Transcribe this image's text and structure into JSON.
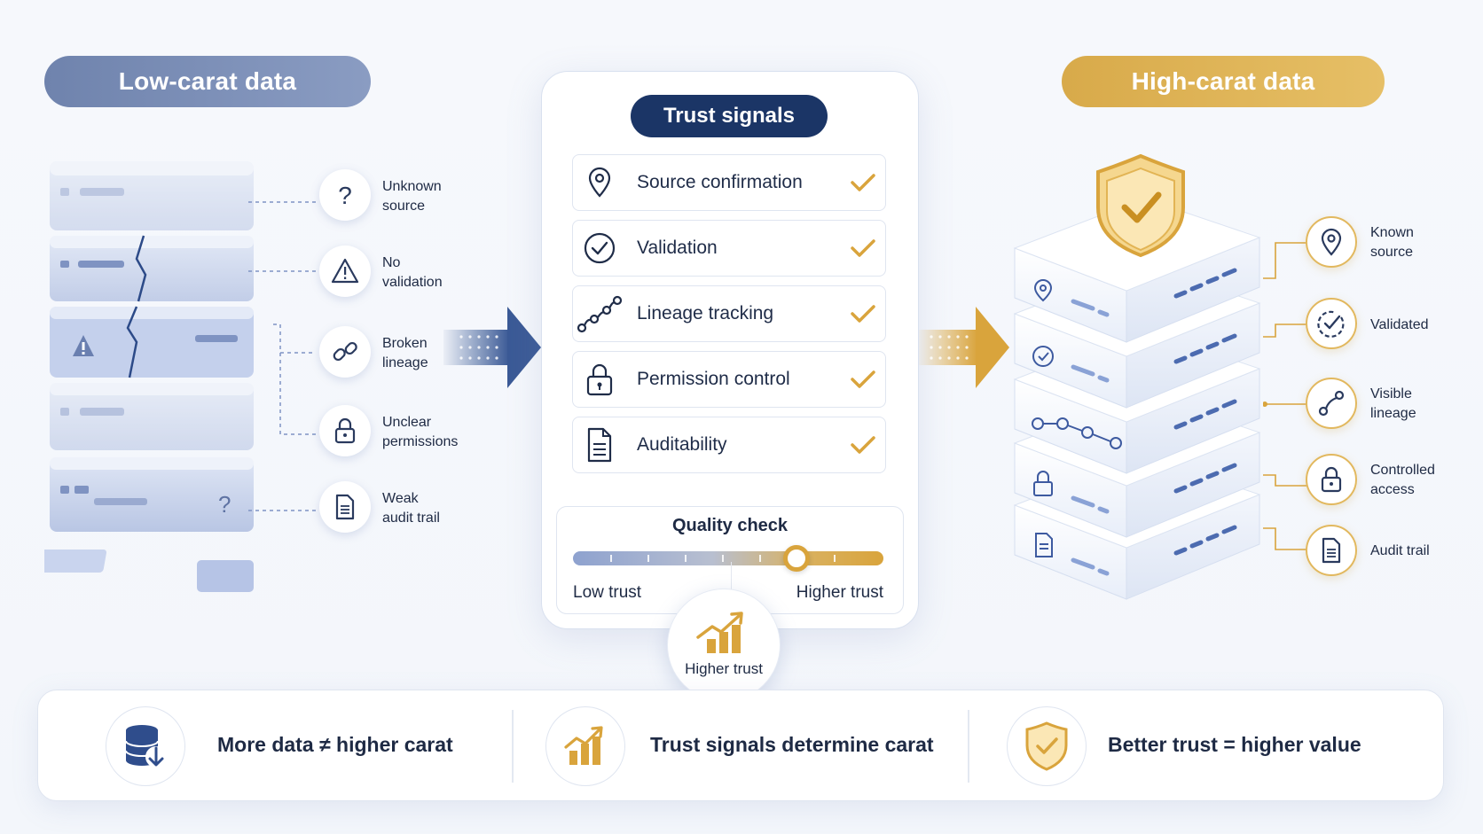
{
  "low": {
    "title": "Low-carat data",
    "issues": [
      {
        "icon": "question-icon",
        "label_line1": "Unknown",
        "label_line2": "source"
      },
      {
        "icon": "warning-icon",
        "label_line1": "No",
        "label_line2": "validation"
      },
      {
        "icon": "broken-link-icon",
        "label_line1": "Broken",
        "label_line2": "lineage"
      },
      {
        "icon": "lock-icon",
        "label_line1": "Unclear",
        "label_line2": "permissions"
      },
      {
        "icon": "document-icon",
        "label_line1": "Weak",
        "label_line2": "audit trail"
      }
    ]
  },
  "trust": {
    "title": "Trust signals",
    "signals": [
      {
        "icon": "location-pin-icon",
        "label": "Source confirmation"
      },
      {
        "icon": "check-circle-icon",
        "label": "Validation"
      },
      {
        "icon": "lineage-icon",
        "label": "Lineage tracking"
      },
      {
        "icon": "lock-icon",
        "label": "Permission control"
      },
      {
        "icon": "document-icon",
        "label": "Auditability"
      }
    ],
    "quality": {
      "title": "Quality check",
      "low_label": "Low trust",
      "high_label": "Higher trust",
      "level": 0.72
    },
    "badge_label": "Higher trust"
  },
  "high": {
    "title": "High-carat data",
    "features": [
      {
        "icon": "location-pin-icon",
        "label_line1": "Known",
        "label_line2": "source"
      },
      {
        "icon": "check-circle-icon",
        "label_line1": "Validated",
        "label_line2": ""
      },
      {
        "icon": "lineage-icon",
        "label_line1": "Visible",
        "label_line2": "lineage"
      },
      {
        "icon": "lock-icon",
        "label_line1": "Controlled",
        "label_line2": "access"
      },
      {
        "icon": "document-icon",
        "label_line1": "Audit trail",
        "label_line2": ""
      }
    ]
  },
  "bottom": {
    "items": [
      {
        "icon": "database-download-icon",
        "text": "More data ≠ higher carat"
      },
      {
        "icon": "growth-chart-icon",
        "text": "Trust signals determine carat"
      },
      {
        "icon": "shield-check-icon",
        "text": "Better trust = higher value"
      }
    ]
  },
  "colors": {
    "navy": "#1b3566",
    "slate_blue": "#7a8fbb",
    "gold": "#d9a43c"
  }
}
